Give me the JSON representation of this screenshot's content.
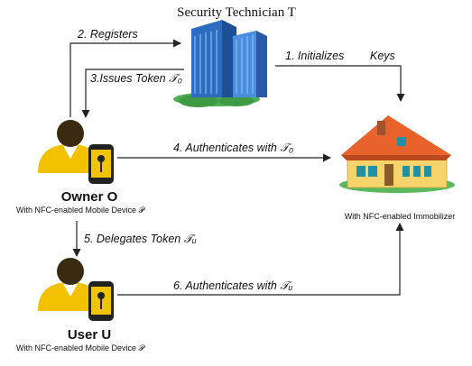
{
  "title": "Security Technician T",
  "steps": {
    "s1": "1. Initializes",
    "s1_keys": "Keys",
    "s2": "2. Registers",
    "s3": "3.Issues Token 𝒯₀",
    "s4": "4. Authenticates with 𝒯₀",
    "s5": "5. Delegates Token 𝒯ᵤ",
    "s6": "6. Authenticates with 𝒯ᵤ"
  },
  "owner": {
    "name": "Owner O",
    "device": "With NFC-enabled Mobile Device 𝒫"
  },
  "user": {
    "name": "User U",
    "device": "With NFC-enabled Mobile Device 𝒫"
  },
  "house": {
    "caption": "With NFC-enabled Immobilizer"
  },
  "colors": {
    "building": "#3a7bd5",
    "roof": "#e8632b",
    "wall": "#f7d36b",
    "person": "#f2c200",
    "head": "#3a2a12"
  }
}
